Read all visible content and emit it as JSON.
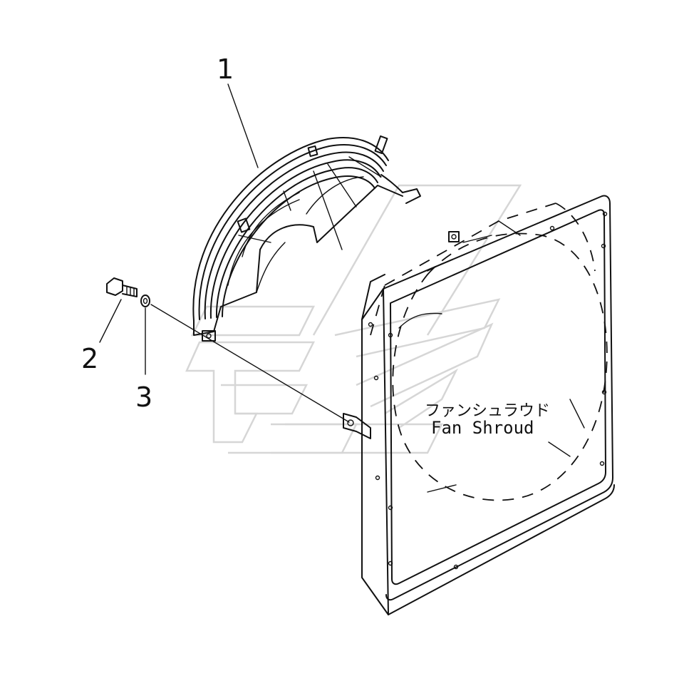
{
  "callouts": {
    "part1": "1",
    "part2": "2",
    "part3": "3"
  },
  "assembly_label": {
    "japanese": "ファンシュラウド",
    "english": "Fan Shroud"
  }
}
